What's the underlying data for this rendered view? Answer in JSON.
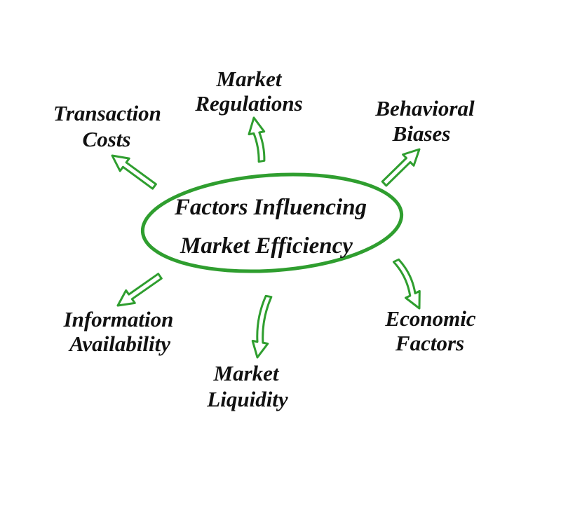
{
  "center": {
    "line1": "Factors Influencing",
    "line2": "Market Efficiency"
  },
  "factors": [
    {
      "id": "market-regulations",
      "line1": "Market",
      "line2": "Regulations"
    },
    {
      "id": "transaction-costs",
      "line1": "Transaction",
      "line2": "Costs"
    },
    {
      "id": "behavioral-biases",
      "line1": "Behavioral",
      "line2": "Biases"
    },
    {
      "id": "information-availability",
      "line1": "Information",
      "line2": "Availability"
    },
    {
      "id": "market-liquidity",
      "line1": "Market",
      "line2": "Liquidity"
    },
    {
      "id": "economic-factors",
      "line1": "Economic",
      "line2": "Factors"
    }
  ],
  "colors": {
    "accent": "#2f9e2f",
    "text": "#111111",
    "background": "#ffffff"
  }
}
